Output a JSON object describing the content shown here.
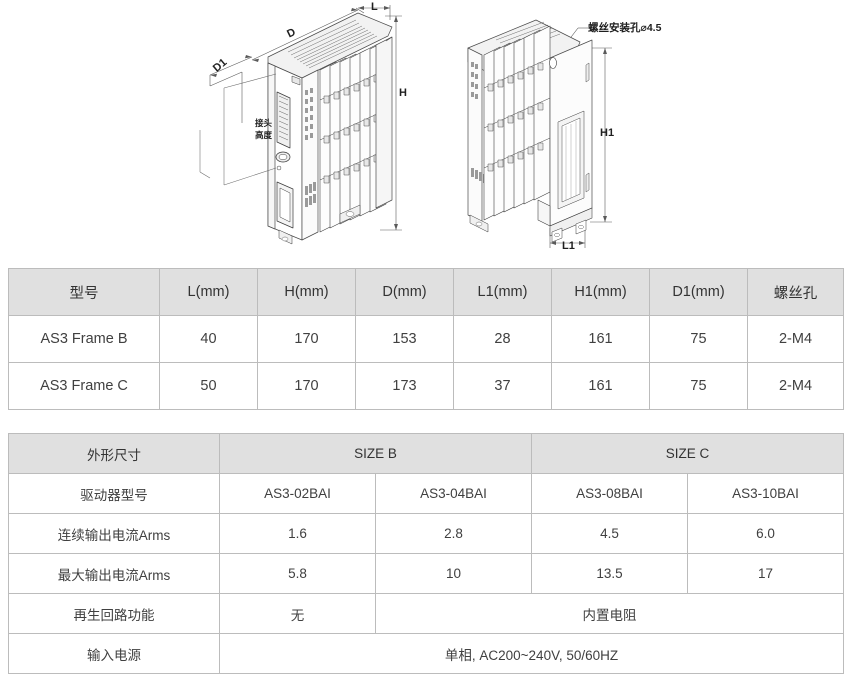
{
  "drawings": {
    "left": {
      "name": "servo-drive-front-perspective",
      "labels": {
        "d": "D",
        "d1": "D1",
        "l": "L",
        "h": "H"
      },
      "annotation_line1": "接头",
      "annotation_line2": "高度"
    },
    "right": {
      "name": "servo-drive-rear-perspective",
      "labels": {
        "h1": "H1",
        "l1": "L1"
      },
      "screw_note": "螺丝安装孔⌀4.5"
    }
  },
  "table_dimensions": {
    "headers": [
      "型号",
      "L(mm)",
      "H(mm)",
      "D(mm)",
      "L1(mm)",
      "H1(mm)",
      "D1(mm)",
      "螺丝孔"
    ],
    "rows": [
      [
        "AS3 Frame B",
        "40",
        "170",
        "153",
        "28",
        "161",
        "75",
        "2-M4"
      ],
      [
        "AS3 Frame C",
        "50",
        "170",
        "173",
        "37",
        "161",
        "75",
        "2-M4"
      ]
    ]
  },
  "table_specs": {
    "header": {
      "label": "外形尺寸",
      "size_b": "SIZE B",
      "size_c": "SIZE C"
    },
    "rows": [
      {
        "label": "驱动器型号",
        "values": [
          "AS3-02BAI",
          "AS3-04BAI",
          "AS3-08BAI",
          "AS3-10BAI"
        ]
      },
      {
        "label": "连续输出电流Arms",
        "values": [
          "1.6",
          "2.8",
          "4.5",
          "6.0"
        ]
      },
      {
        "label": "最大输出电流Arms",
        "values": [
          "5.8",
          "10",
          "13.5",
          "17"
        ]
      },
      {
        "label": "再生回路功能",
        "values": [
          "无",
          "内置电阻"
        ]
      },
      {
        "label": "输入电源",
        "values": [
          "单相, AC200~240V, 50/60HZ"
        ]
      }
    ]
  }
}
